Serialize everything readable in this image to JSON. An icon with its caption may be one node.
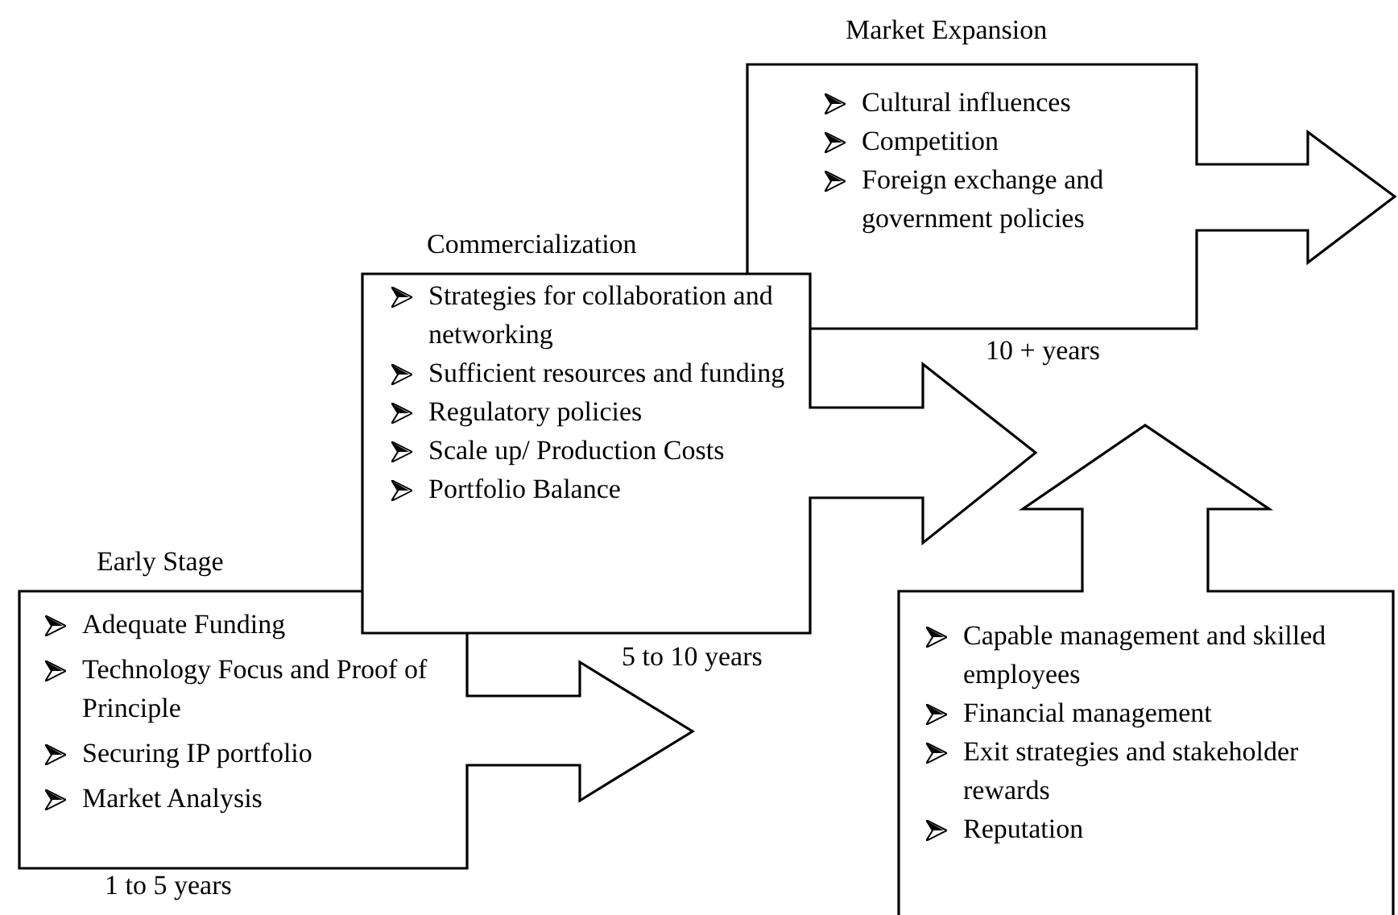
{
  "diagram": {
    "nodes": [
      {
        "text": [
          "Early Stage",
          "Adequate Funding",
          "Technology Focus and Proof of Principle",
          "Securing IP portfolio",
          "Market Analysis"
        ],
        "beside": [
          "1 to 5 years"
        ]
      },
      {
        "text": [
          "Commercialization",
          "Strategies for collaboration and networking",
          "Sufficient resources and funding",
          "Regulatory  policies",
          "Scale up/ Production Costs",
          "Portfolio Balance"
        ],
        "beside": [
          "5 to 10 years"
        ]
      },
      {
        "text": [
          "Market Expansion",
          "Cultural influences",
          "Competition",
          "Foreign exchange and government policies"
        ],
        "beside": [
          "10 + years"
        ]
      },
      {
        "text": [
          "Capable management and skilled employees",
          "Financial management",
          "Exit strategies and stakeholder rewards",
          "Reputation"
        ]
      }
    ]
  }
}
